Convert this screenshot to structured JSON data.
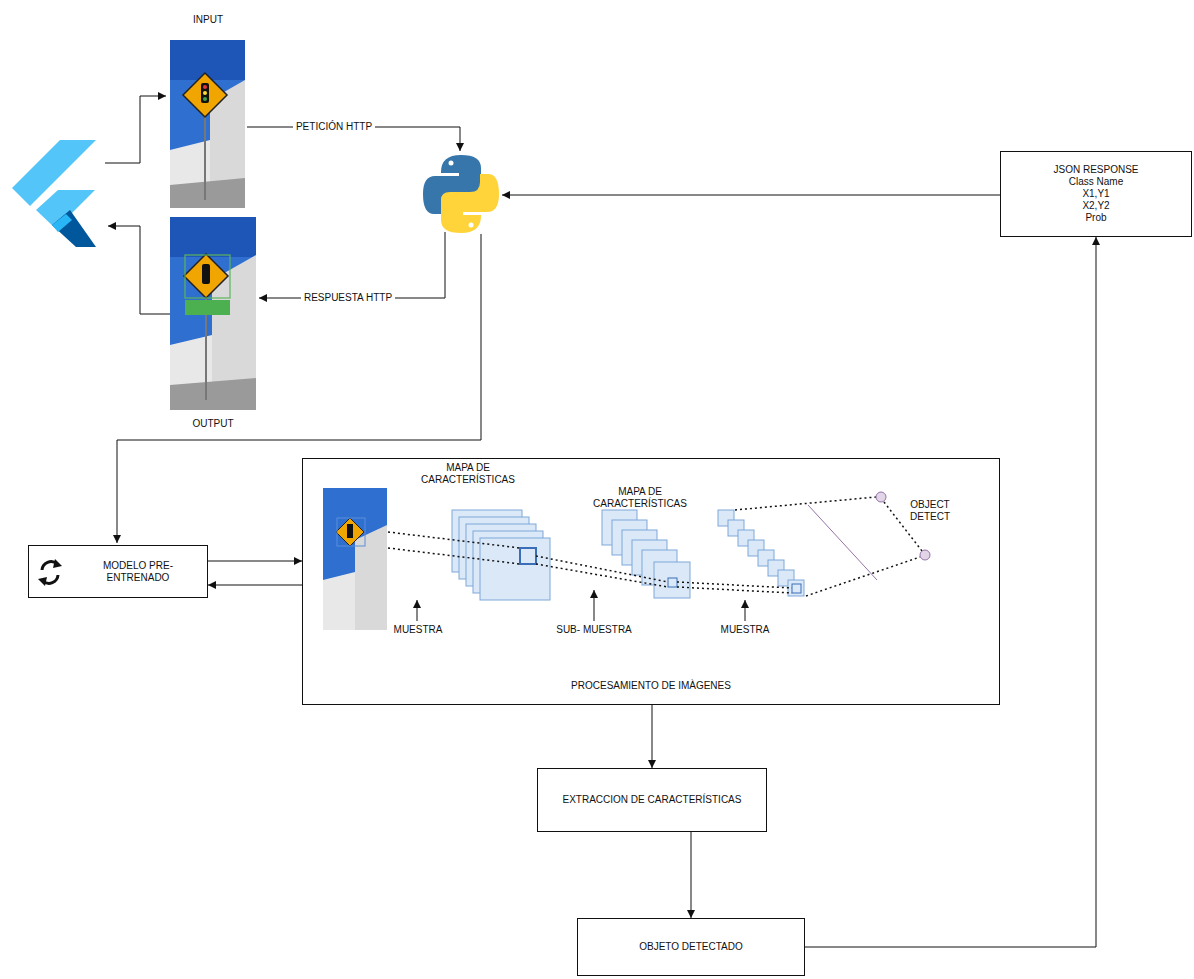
{
  "diagram": {
    "nodes": [
      {
        "text": [
          "INPUT"
        ]
      },
      {
        "text": [
          "OUTPUT"
        ]
      },
      {
        "text": [
          "JSON RESPONSE",
          "Class Name",
          "X1,Y1",
          "X2,Y2",
          "Prob"
        ]
      },
      {
        "text": [
          "MODELO PRE-ENTRENADO"
        ]
      },
      {
        "text": [
          "PROCESAMIENTO DE IMÀGENES"
        ]
      },
      {
        "text": [
          "EXTRACCION DE CARACTERÍSTICAS"
        ]
      },
      {
        "text": [
          "OBJETO DETECTADO"
        ]
      }
    ],
    "edges": [
      {
        "from": 3,
        "to": 4,
        "arrow": "to"
      },
      {
        "from": 4,
        "to": 3,
        "arrow": "to"
      },
      {
        "from": 4,
        "to": 5,
        "arrow": "to"
      },
      {
        "from": 5,
        "to": 6,
        "arrow": "to"
      },
      {
        "from": 6,
        "to": 2,
        "arrow": "to"
      }
    ],
    "labels": [
      "PETICIÓN HTTP",
      "RESPUESTA HTTP",
      "MAPA DE CARACTERÍSTICAS",
      "MAPA DE CARACTERÍSTICAS",
      "OBJECT DETECT",
      "MUESTRA",
      "SUB- MUESTRA",
      "MUESTRA"
    ]
  }
}
